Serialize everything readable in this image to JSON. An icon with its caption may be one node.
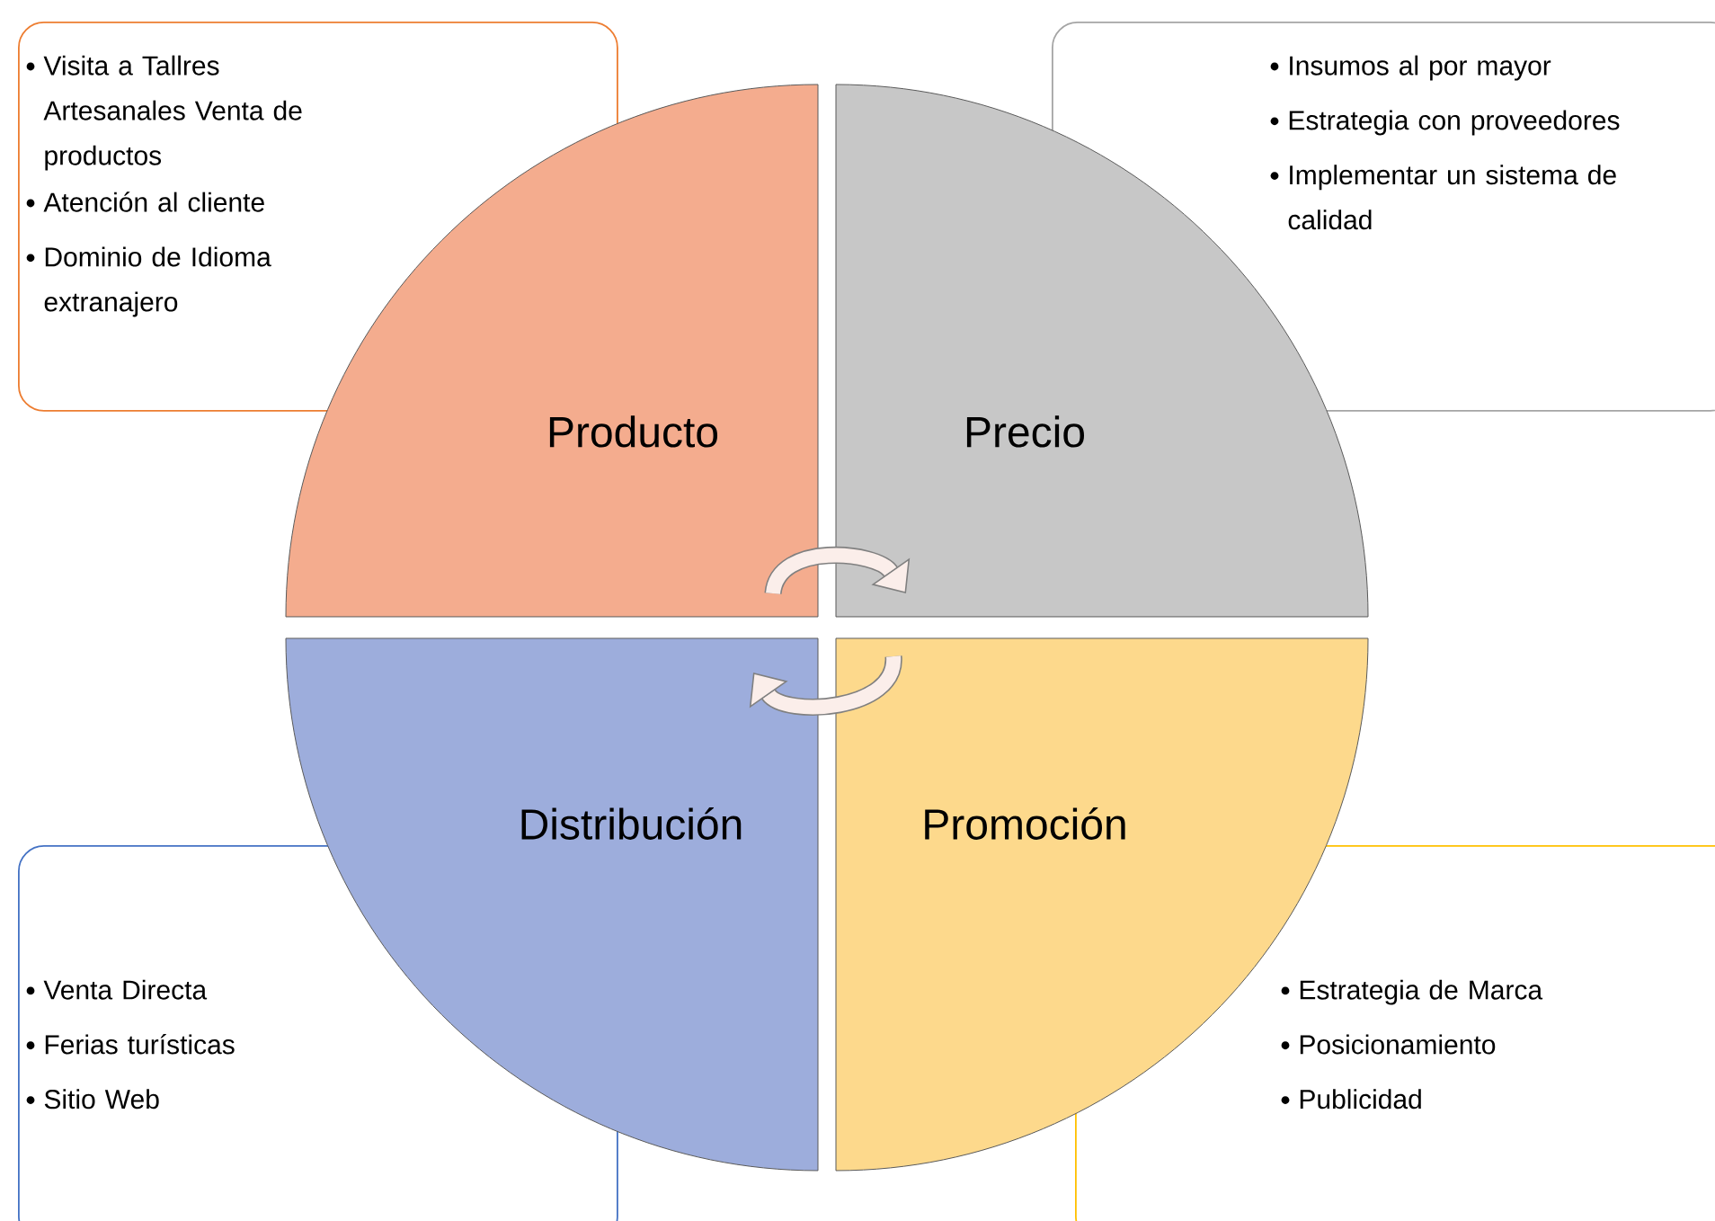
{
  "diagram": {
    "nodes": [
      {
        "text": [
          "Visita a Tallres Artesanales Venta de productos",
          "Atención al cliente",
          "Dominio de Idioma extranajero"
        ]
      },
      {
        "text": [
          "Insumos al por mayor",
          "Estrategia con proveedores",
          "Implementar un sistema de calidad"
        ]
      },
      {
        "text": [
          "Producto"
        ]
      },
      {
        "text": [
          "Precio"
        ]
      },
      {
        "text": [
          "Distribución"
        ]
      },
      {
        "text": [
          "Promoción"
        ]
      },
      {
        "text": [
          "Venta Directa",
          "Ferias turísticas",
          "Sitio Web"
        ]
      },
      {
        "text": [
          "Estrategia de Marca",
          "Posicionamiento",
          "Publicidad"
        ]
      }
    ],
    "edges": [
      {
        "from": 2,
        "to": 3,
        "arrow": "to"
      },
      {
        "from": 5,
        "to": 4,
        "arrow": "to"
      }
    ]
  }
}
